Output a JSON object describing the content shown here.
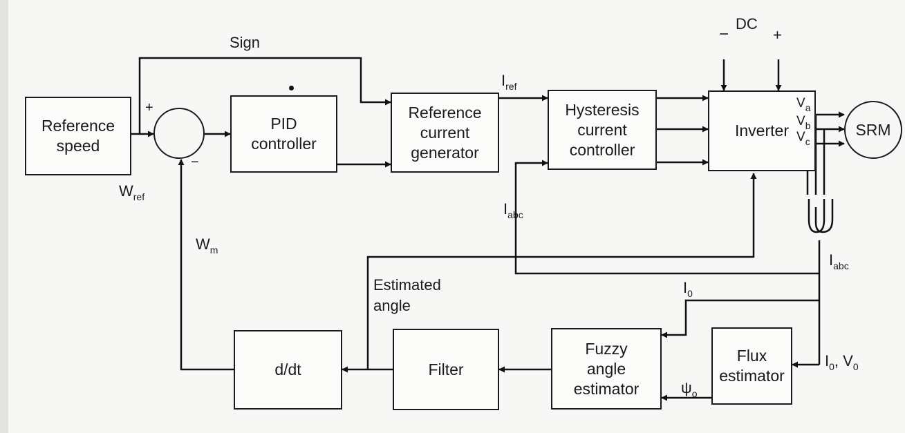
{
  "blocks": {
    "reference_speed": "Reference\nspeed",
    "pid_controller": "PID\ncontroller",
    "reference_current_generator": "Reference\ncurrent\ngenerator",
    "hysteresis_current_controller": "Hysteresis\ncurrent\ncontroller",
    "inverter": "Inverter",
    "srm": "SRM",
    "d_dt": "d/dt",
    "filter": "Filter",
    "fuzzy_angle_estimator": "Fuzzy\nangle\nestimator",
    "flux_estimator": "Flux\nestimator"
  },
  "labels": {
    "sign": "Sign",
    "plus": "+",
    "minus": "−",
    "w": "W",
    "ref": "ref",
    "m": "m",
    "i": "I",
    "abc": "abc",
    "zero": "0",
    "estimated_angle": "Estimated\nangle",
    "dc": "DC",
    "dc_minus": "−",
    "dc_plus": "+",
    "v": "V",
    "a": "a",
    "b": "b",
    "c": "c",
    "psi": "ψ",
    "o": "o",
    "i0v0_sep": ", "
  }
}
